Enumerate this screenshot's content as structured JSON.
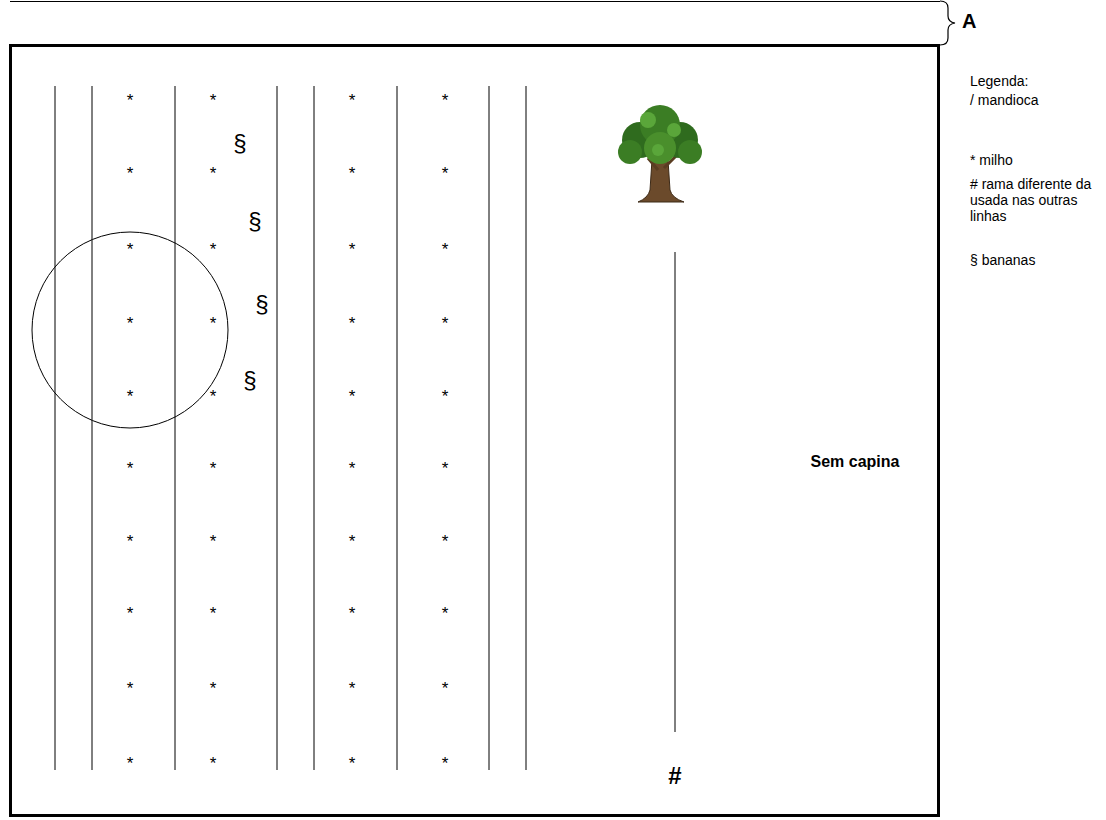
{
  "diagram": {
    "labels": [
      "A",
      "*",
      "*",
      "*",
      "*",
      "*",
      "*",
      "*",
      "*",
      "*",
      "*",
      "*",
      "*",
      "*",
      "*",
      "*",
      "*",
      "*",
      "*",
      "*",
      "*",
      "*",
      "*",
      "*",
      "*",
      "*",
      "*",
      "*",
      "*",
      "*",
      "*",
      "*",
      "*",
      "*",
      "*",
      "*",
      "*",
      "*",
      "*",
      "*",
      "*",
      "§",
      "§",
      "§",
      "§",
      "Sem capina",
      "#",
      "Legenda:"
    ],
    "legend": [
      {
        "text": "/ mandioca"
      },
      {
        "text": "* milho"
      },
      {
        "text": "# rama diferente da usada nas outras linhas"
      },
      {
        "text": "§ bananas"
      }
    ]
  }
}
